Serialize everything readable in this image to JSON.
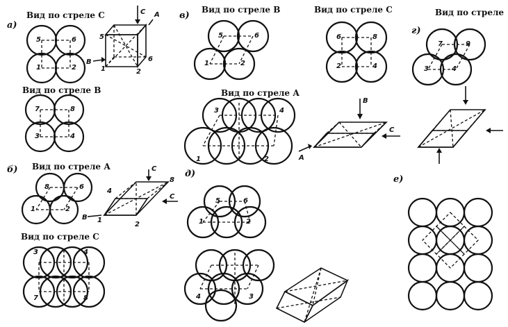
{
  "panels": {
    "a": {
      "letter": "а)",
      "view_c_title": "Вид по стреле С",
      "view_b_title": "Вид по стреле В",
      "arrow_a": "А",
      "arrow_b": "В",
      "arrow_c": "С"
    },
    "b": {
      "letter": "б)",
      "view_a_title": "Вид по стреле А",
      "view_c_title": "Вид по стреле С",
      "arrow_b": "В",
      "arrow_c": "С"
    },
    "v": {
      "letter": "в)",
      "view_b_title": "Вид по стреле В",
      "view_c_title": "Вид по стреле С",
      "view_a_title": "Вид по стреле А",
      "arrow_a": "А",
      "arrow_b": "В",
      "arrow_c": "С"
    },
    "g": {
      "letter": "г)"
    },
    "d": {
      "letter": "д)"
    },
    "e": {
      "letter": "е)"
    }
  },
  "figure_text": {
    "view_c": "Вид по стреле",
    "b": "В",
    "c": "С",
    "a": "А"
  }
}
